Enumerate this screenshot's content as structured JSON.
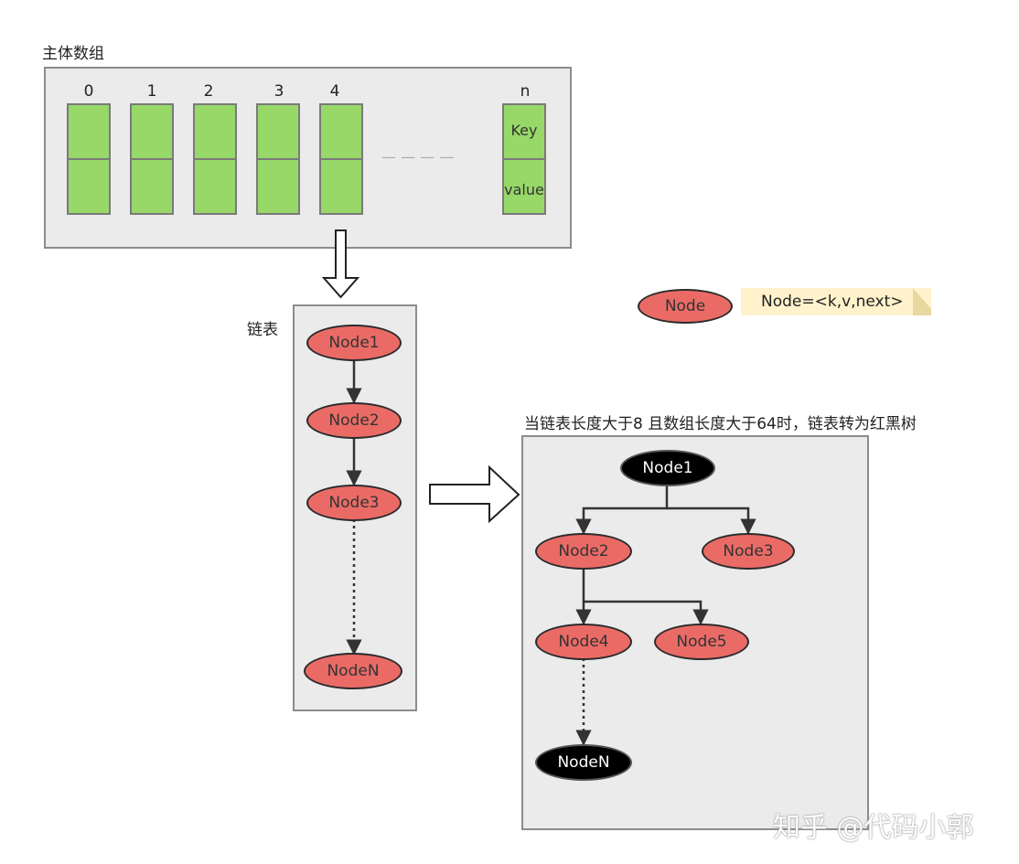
{
  "array": {
    "title": "主体数组",
    "indices": [
      "0",
      "1",
      "2",
      "3",
      "4",
      "n"
    ],
    "dots": "— — — —",
    "key_label": "Key",
    "value_label": "value"
  },
  "list": {
    "title": "链表",
    "nodes": [
      "Node1",
      "Node2",
      "Node3",
      "NodeN"
    ]
  },
  "legend": {
    "node_label": "Node",
    "note": "Node=<k,v,next>"
  },
  "tree": {
    "title": "当链表长度大于8 且数组长度大于64时，链表转为红黑树",
    "nodes": {
      "n1": "Node1",
      "n2": "Node2",
      "n3": "Node3",
      "n4": "Node4",
      "n5": "Node5",
      "nn": "NodeN"
    }
  },
  "watermark": "知乎 @代码小郭",
  "colors": {
    "cell_green": "#97d869",
    "node_red": "#ea6b66",
    "panel_gray": "#ebebeb",
    "note_yellow": "#fff2cc"
  }
}
